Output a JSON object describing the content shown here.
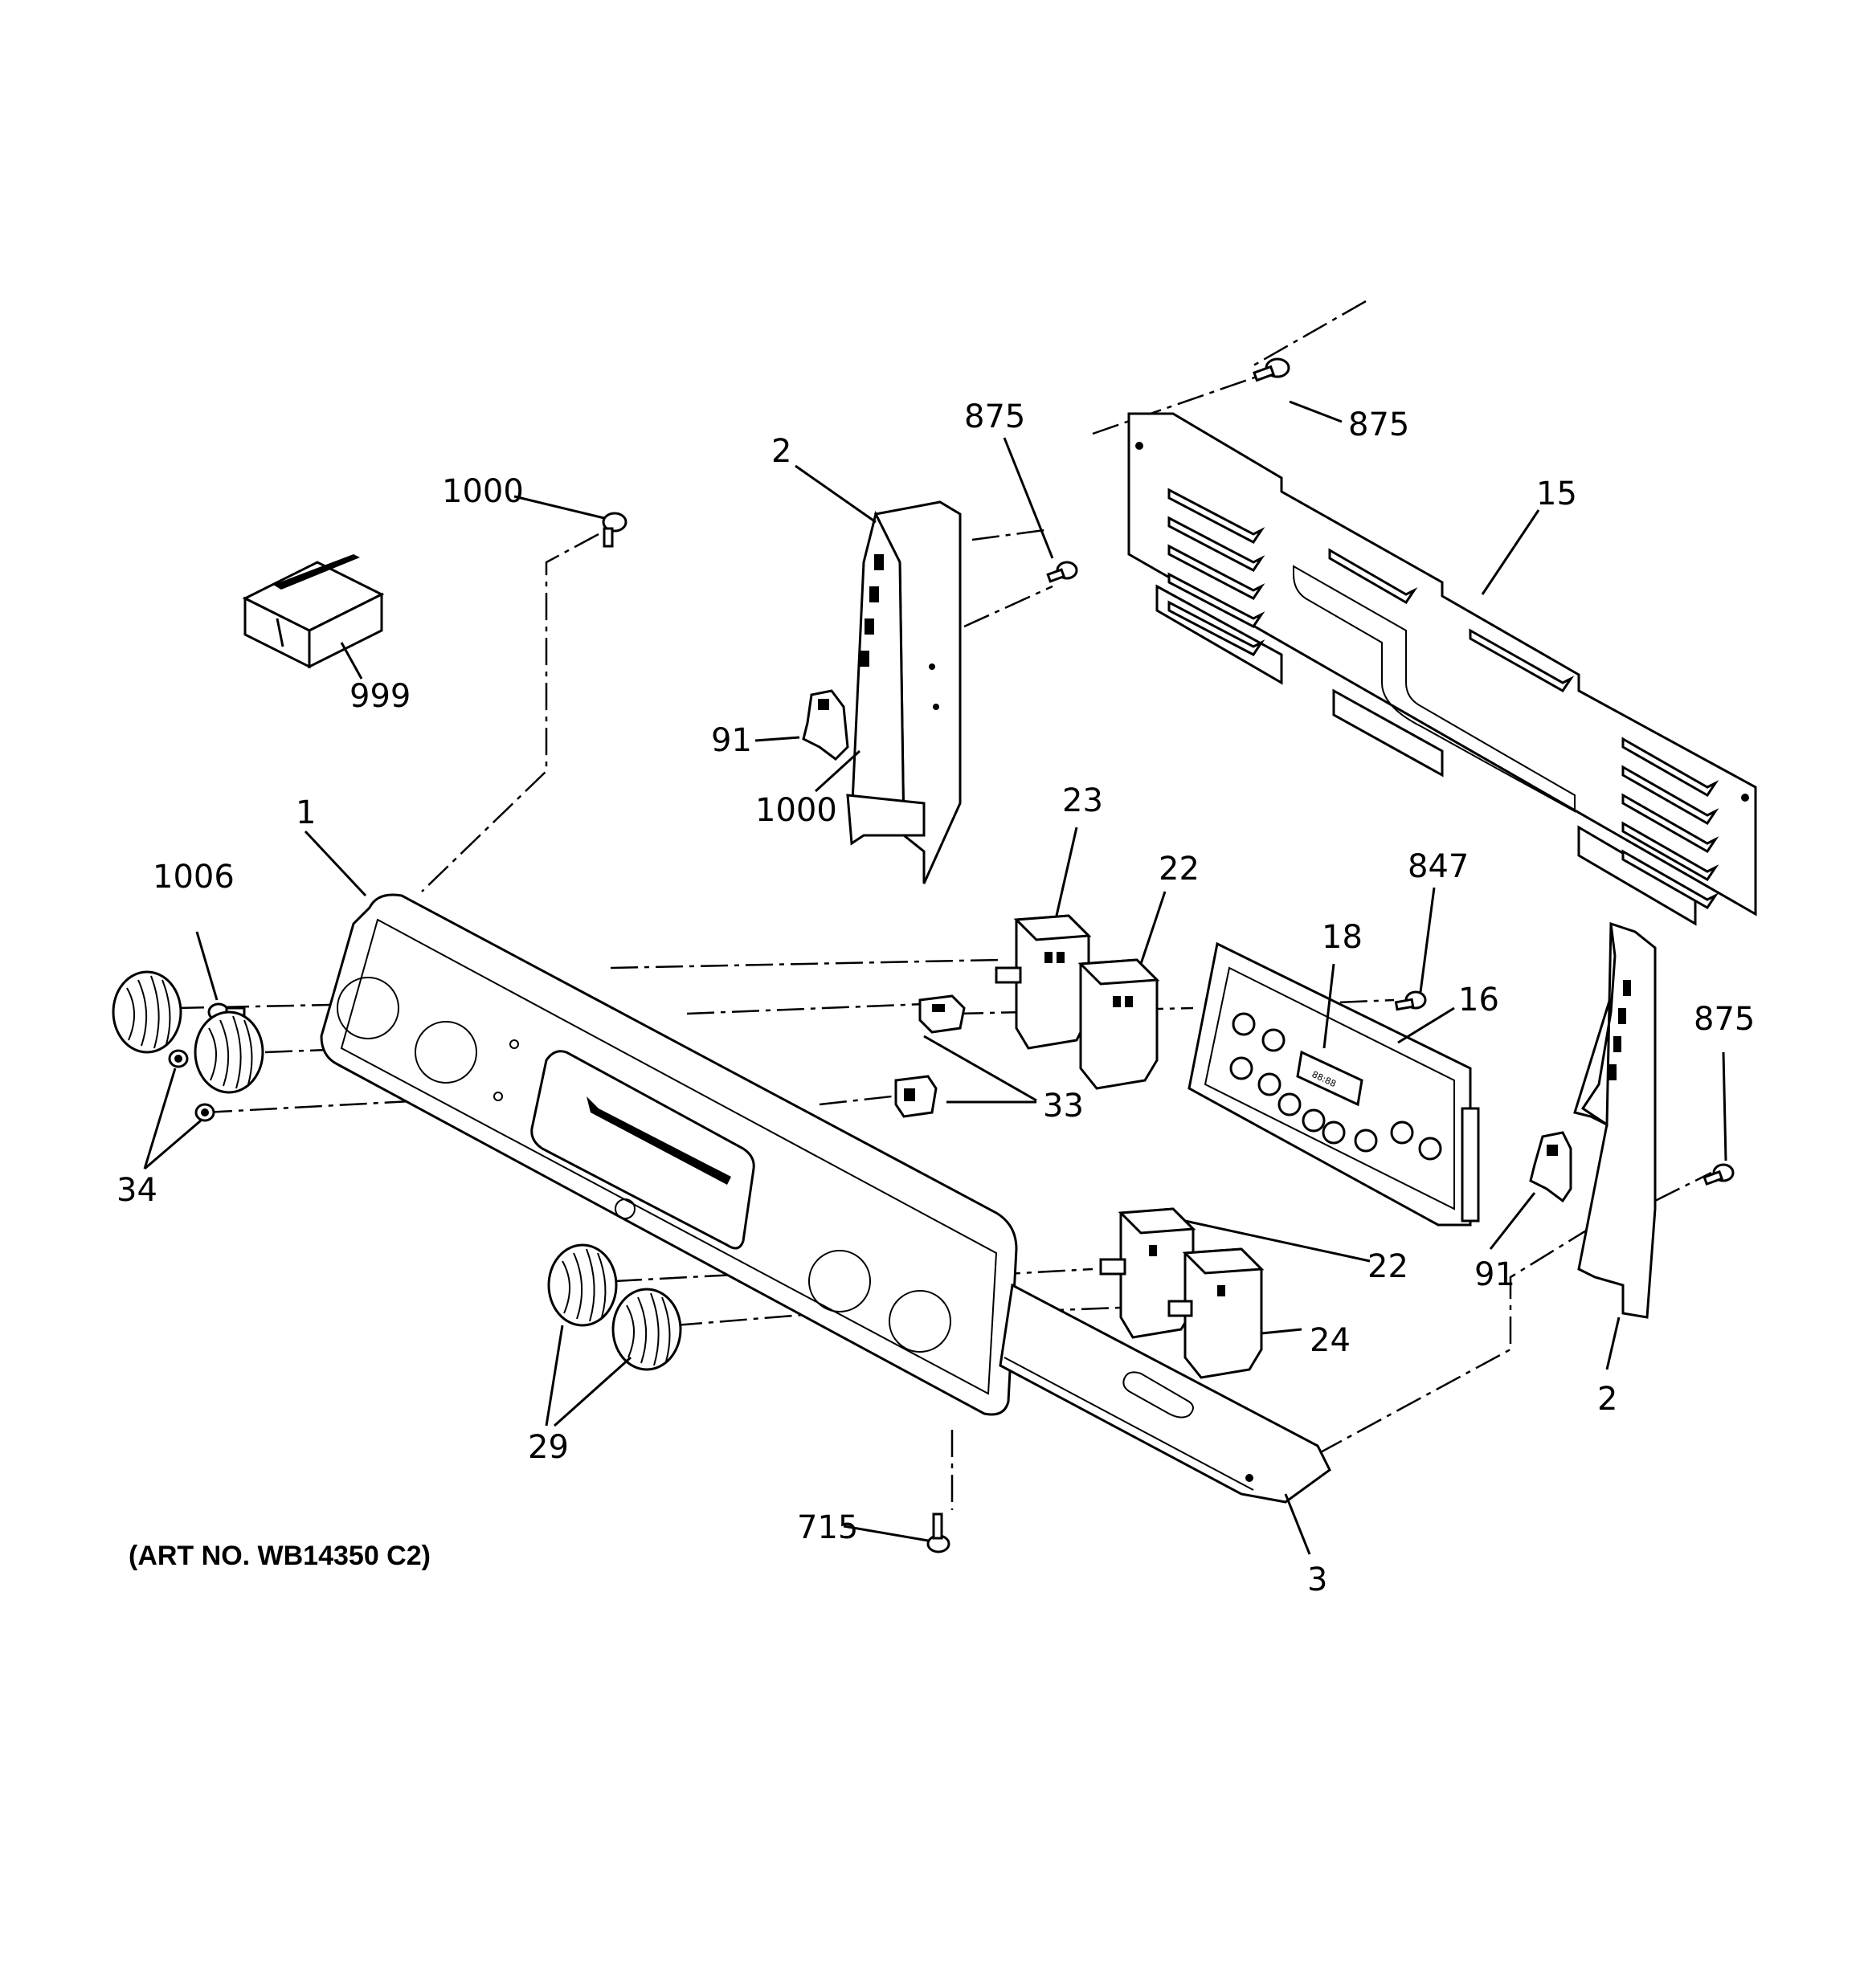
{
  "art_number": "(ART NO. WB14350 C2)",
  "callouts": {
    "c875_top_right": "875",
    "c875_top": "875",
    "c875_right": "875",
    "c2_left": "2",
    "c2_right": "2",
    "c15": "15",
    "c1000_top": "1000",
    "c1000_mid": "1000",
    "c999": "999",
    "c91_left": "91",
    "c91_right": "91",
    "c23": "23",
    "c22_top": "22",
    "c22_bottom": "22",
    "c847": "847",
    "c18": "18",
    "c16": "16",
    "c1": "1",
    "c1006": "1006",
    "c33": "33",
    "c34": "34",
    "c29": "29",
    "c24": "24",
    "c715": "715",
    "c3": "3"
  }
}
